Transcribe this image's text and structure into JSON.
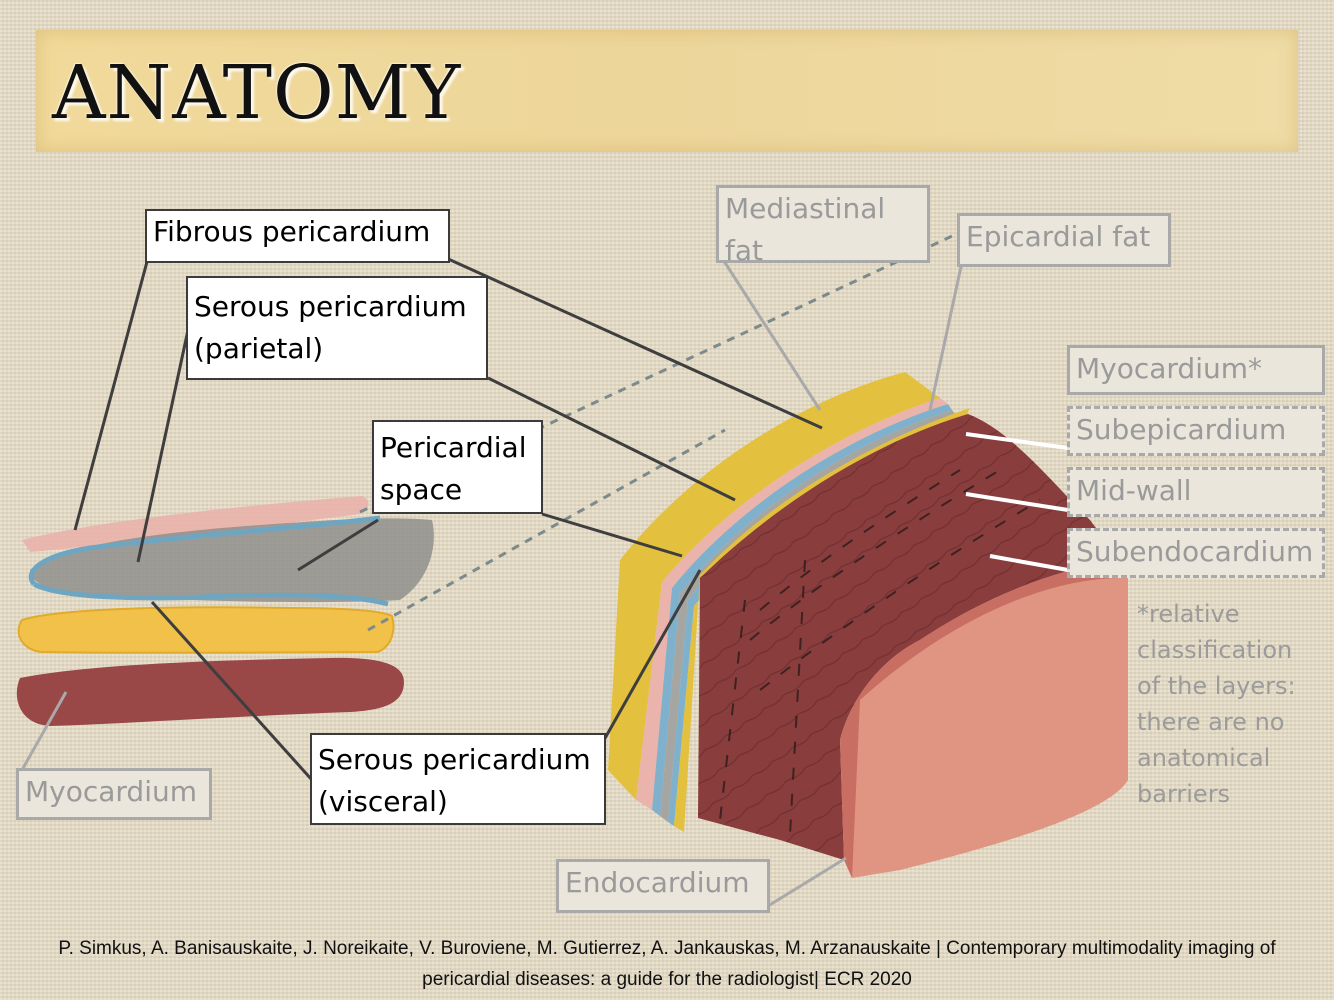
{
  "title": "ANATOMY",
  "labels": {
    "fibrous_pericardium": "Fibrous pericardium",
    "serous_parietal": "Serous pericardium\n(parietal)",
    "pericardial_space": "Pericardial\nspace",
    "serous_visceral": "Serous pericardium\n(visceral)",
    "myocardium_left": "Myocardium",
    "mediastinal_fat": "Mediastinal\nfat",
    "epicardial_fat": "Epicardial fat",
    "myocardium_right": "Myocardium*",
    "subepicardium": "Subepicardium",
    "mid_wall": "Mid-wall",
    "subendocardium": "Subendocardium",
    "endocardium": "Endocardium"
  },
  "note": "*relative\nclassification\nof the layers:\nthere are no\nanatomical\nbarriers",
  "footer": {
    "line1": "P. Simkus, A. Banisauskaite, J. Noreikaite, V. Buroviene, M. Gutierrez, A. Jankauskas, M. Arzanauskaite | Contemporary multimodality imaging of",
    "line2": "pericardial diseases: a guide for the radiologist| ECR 2020"
  },
  "colors": {
    "fat_yellow": "#e3c13e",
    "pericardium_pink": "#eab3ab",
    "serous_blue": "#7fb1cc",
    "space_gray": "#9a9a98",
    "myocardium_red": "#8a3d3d",
    "endocardium_pink": "#e09482"
  }
}
